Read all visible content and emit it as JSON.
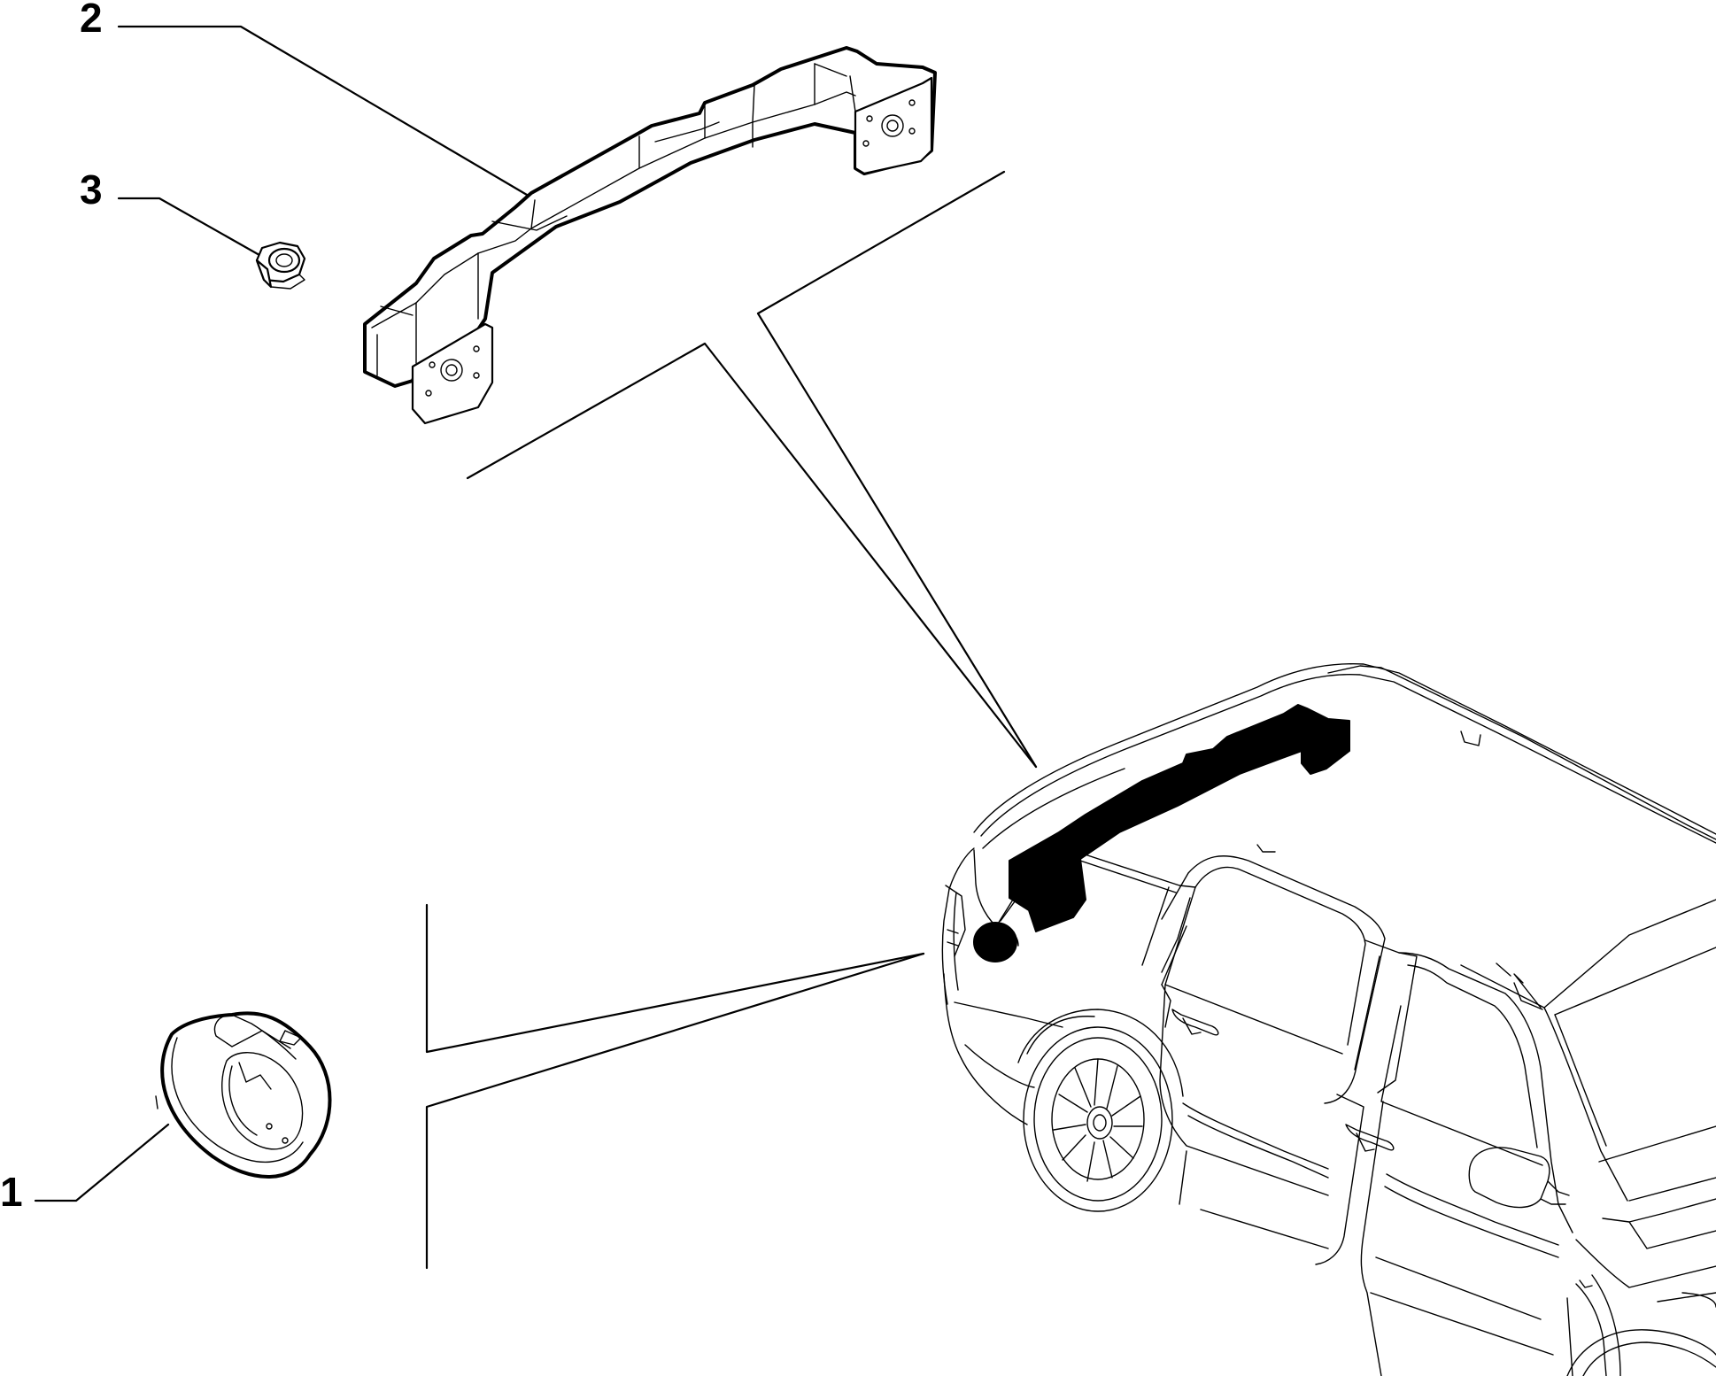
{
  "diagram": {
    "colors": {
      "line": "#000000",
      "background": "#ffffff",
      "highlight": "#000000"
    },
    "callouts": [
      {
        "id": "1",
        "label": "1"
      },
      {
        "id": "2",
        "label": "2"
      },
      {
        "id": "3",
        "label": "3"
      }
    ]
  }
}
